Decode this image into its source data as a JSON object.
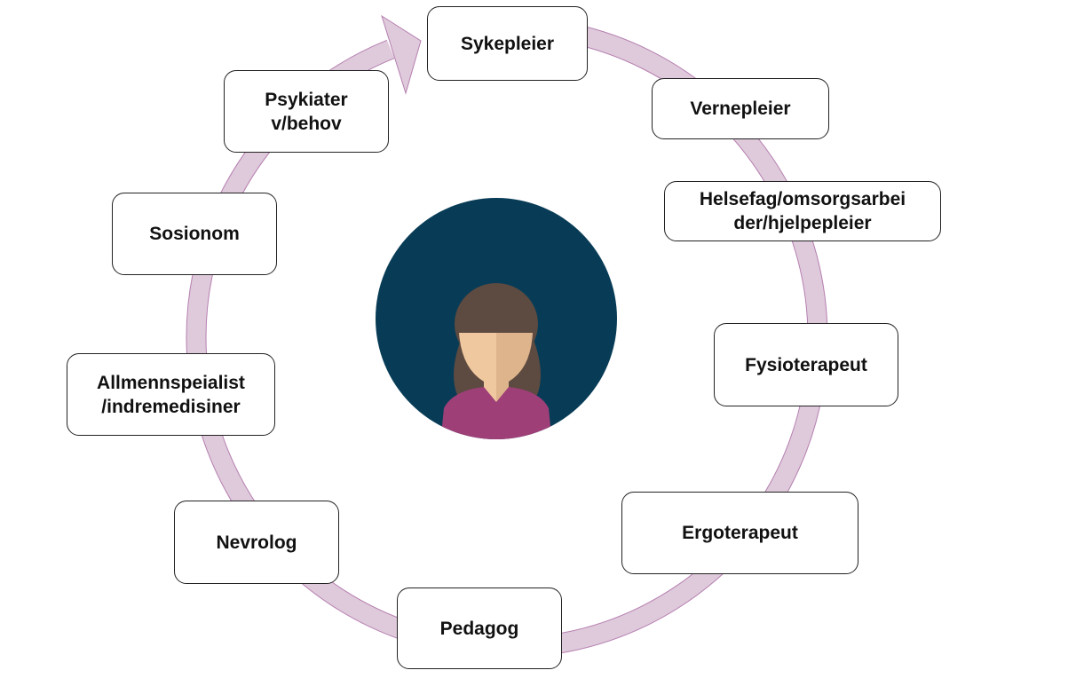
{
  "colors": {
    "ring_fill": "#dfcadb",
    "ring_stroke": "#b57fb0",
    "avatar_bg": "#083c56",
    "hair": "#5d4a40",
    "skin_light": "#f0c8a0",
    "skin_dark": "#deb48c",
    "shirt": "#9e3f78"
  },
  "center": {
    "icon": "woman-avatar-icon"
  },
  "roles": [
    {
      "label": "Sykepleier"
    },
    {
      "label": "Vernepleier"
    },
    {
      "label": "Helsefag/omsorgsarbei\nder/hjelpepleier"
    },
    {
      "label": "Fysioterapeut"
    },
    {
      "label": "Ergoterapeut"
    },
    {
      "label": "Pedagog"
    },
    {
      "label": "Nevrolog"
    },
    {
      "label": "Allmennspeialist\n/indremedisiner"
    },
    {
      "label": "Sosionom"
    },
    {
      "label": "Psykiater\nv/behov"
    }
  ]
}
